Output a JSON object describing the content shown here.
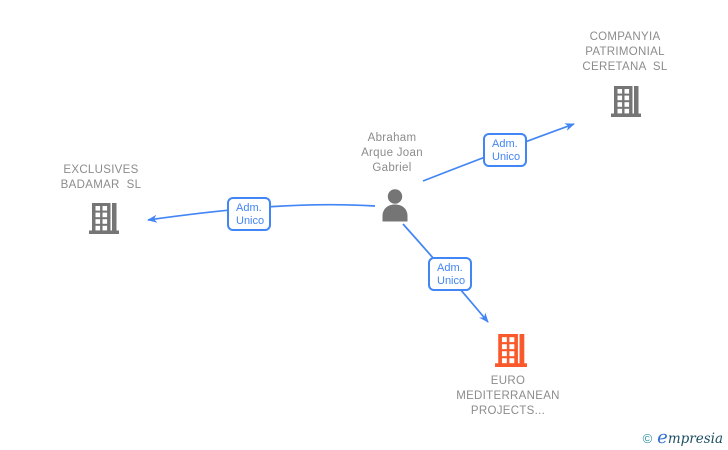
{
  "diagram": {
    "type": "corporate-relationship-graph",
    "nodes": {
      "person": {
        "name": "Abraham\nArque Joan\nGabriel",
        "kind": "person",
        "icon": "person-silhouette-icon",
        "color": "#757575"
      },
      "company_top_right": {
        "name": "COMPANYIA\nPATRIMONIAL\nCERETANA  SL",
        "kind": "company",
        "icon": "building-icon",
        "color": "#757575"
      },
      "company_left": {
        "name": "EXCLUSIVES\nBADAMAR  SL",
        "kind": "company",
        "icon": "building-icon",
        "color": "#757575"
      },
      "company_bottom": {
        "name": "EURO\nMEDITERRANEAN\nPROJECTS...",
        "kind": "company",
        "icon": "building-icon",
        "color": "#FA5A2B"
      }
    },
    "edges": [
      {
        "from": "person",
        "to": "company_top_right",
        "label": "Adm.\nUnico"
      },
      {
        "from": "person",
        "to": "company_left",
        "label": "Adm.\nUnico"
      },
      {
        "from": "person",
        "to": "company_bottom",
        "label": "Adm.\nUnico"
      }
    ],
    "colors": {
      "edge_blue": "#4285F4",
      "node_gray": "#757575",
      "text_gray": "#8c8c8c",
      "accent_orange": "#FA5A2B",
      "background": "#ffffff"
    }
  },
  "footer": {
    "copyright": "©",
    "brand_initial": "e",
    "brand_rest": "mpresia"
  }
}
